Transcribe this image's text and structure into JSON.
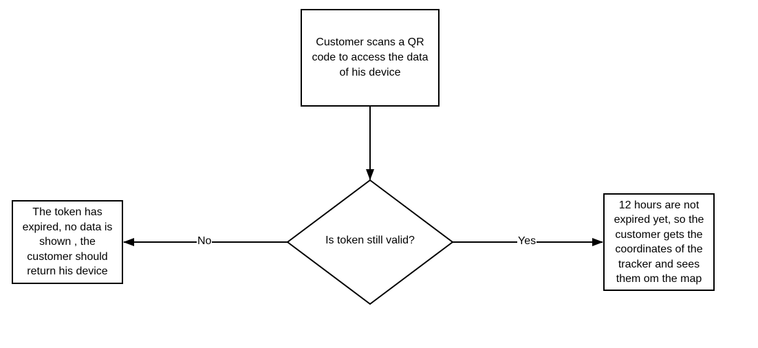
{
  "nodes": {
    "start": {
      "text": "Customer scans a QR code to access the data of his device"
    },
    "decision": {
      "text": "Is token still valid?"
    },
    "no_outcome": {
      "text": "The token has expired, no data is shown , the customer should return his device"
    },
    "yes_outcome": {
      "text": "12 hours are not expired yet, so the customer gets the coordinates of the tracker and sees them om the map"
    }
  },
  "edges": {
    "no_label": "No",
    "yes_label": "Yes"
  },
  "colors": {
    "stroke": "#000000",
    "fill": "#ffffff",
    "text": "#000000"
  }
}
